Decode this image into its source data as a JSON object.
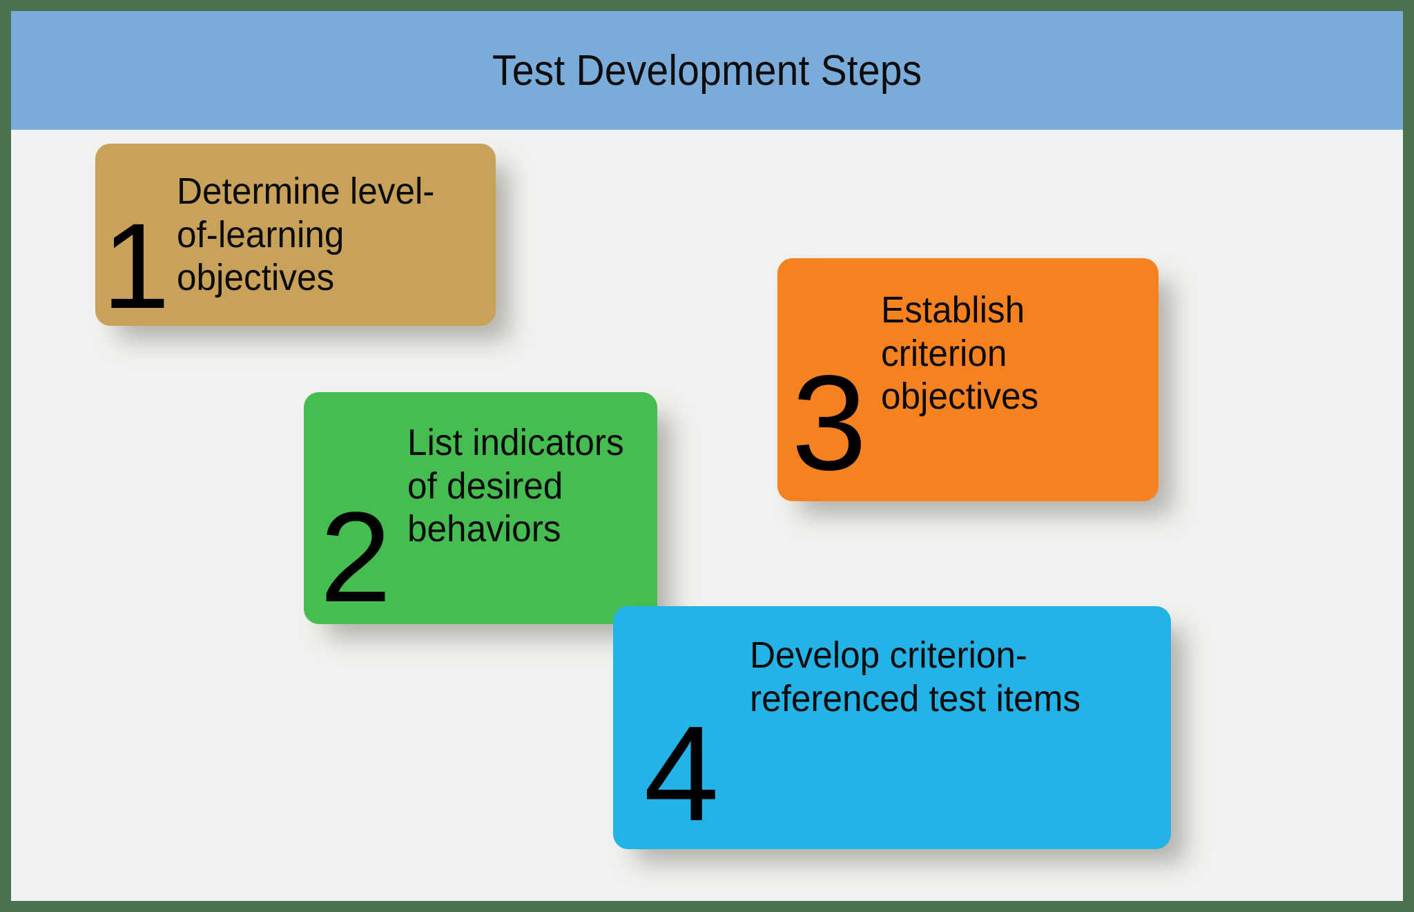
{
  "header": {
    "title": "Test Development Steps",
    "background_color": "#7bacd9"
  },
  "frame": {
    "border_color": "#4d7252",
    "background_color": "#f1f1ef"
  },
  "steps": [
    {
      "number": "1",
      "label": "Determine level-of-learning objectives",
      "color": "#c9a259"
    },
    {
      "number": "2",
      "label": "List indicators\nof desired\nbehaviors",
      "color": "#45bd51"
    },
    {
      "number": "3",
      "label": "Establish criterion objectives",
      "color": "#f5821f"
    },
    {
      "number": "4",
      "label": "Develop criterion-referenced test items",
      "color": "#23b3e6"
    }
  ]
}
